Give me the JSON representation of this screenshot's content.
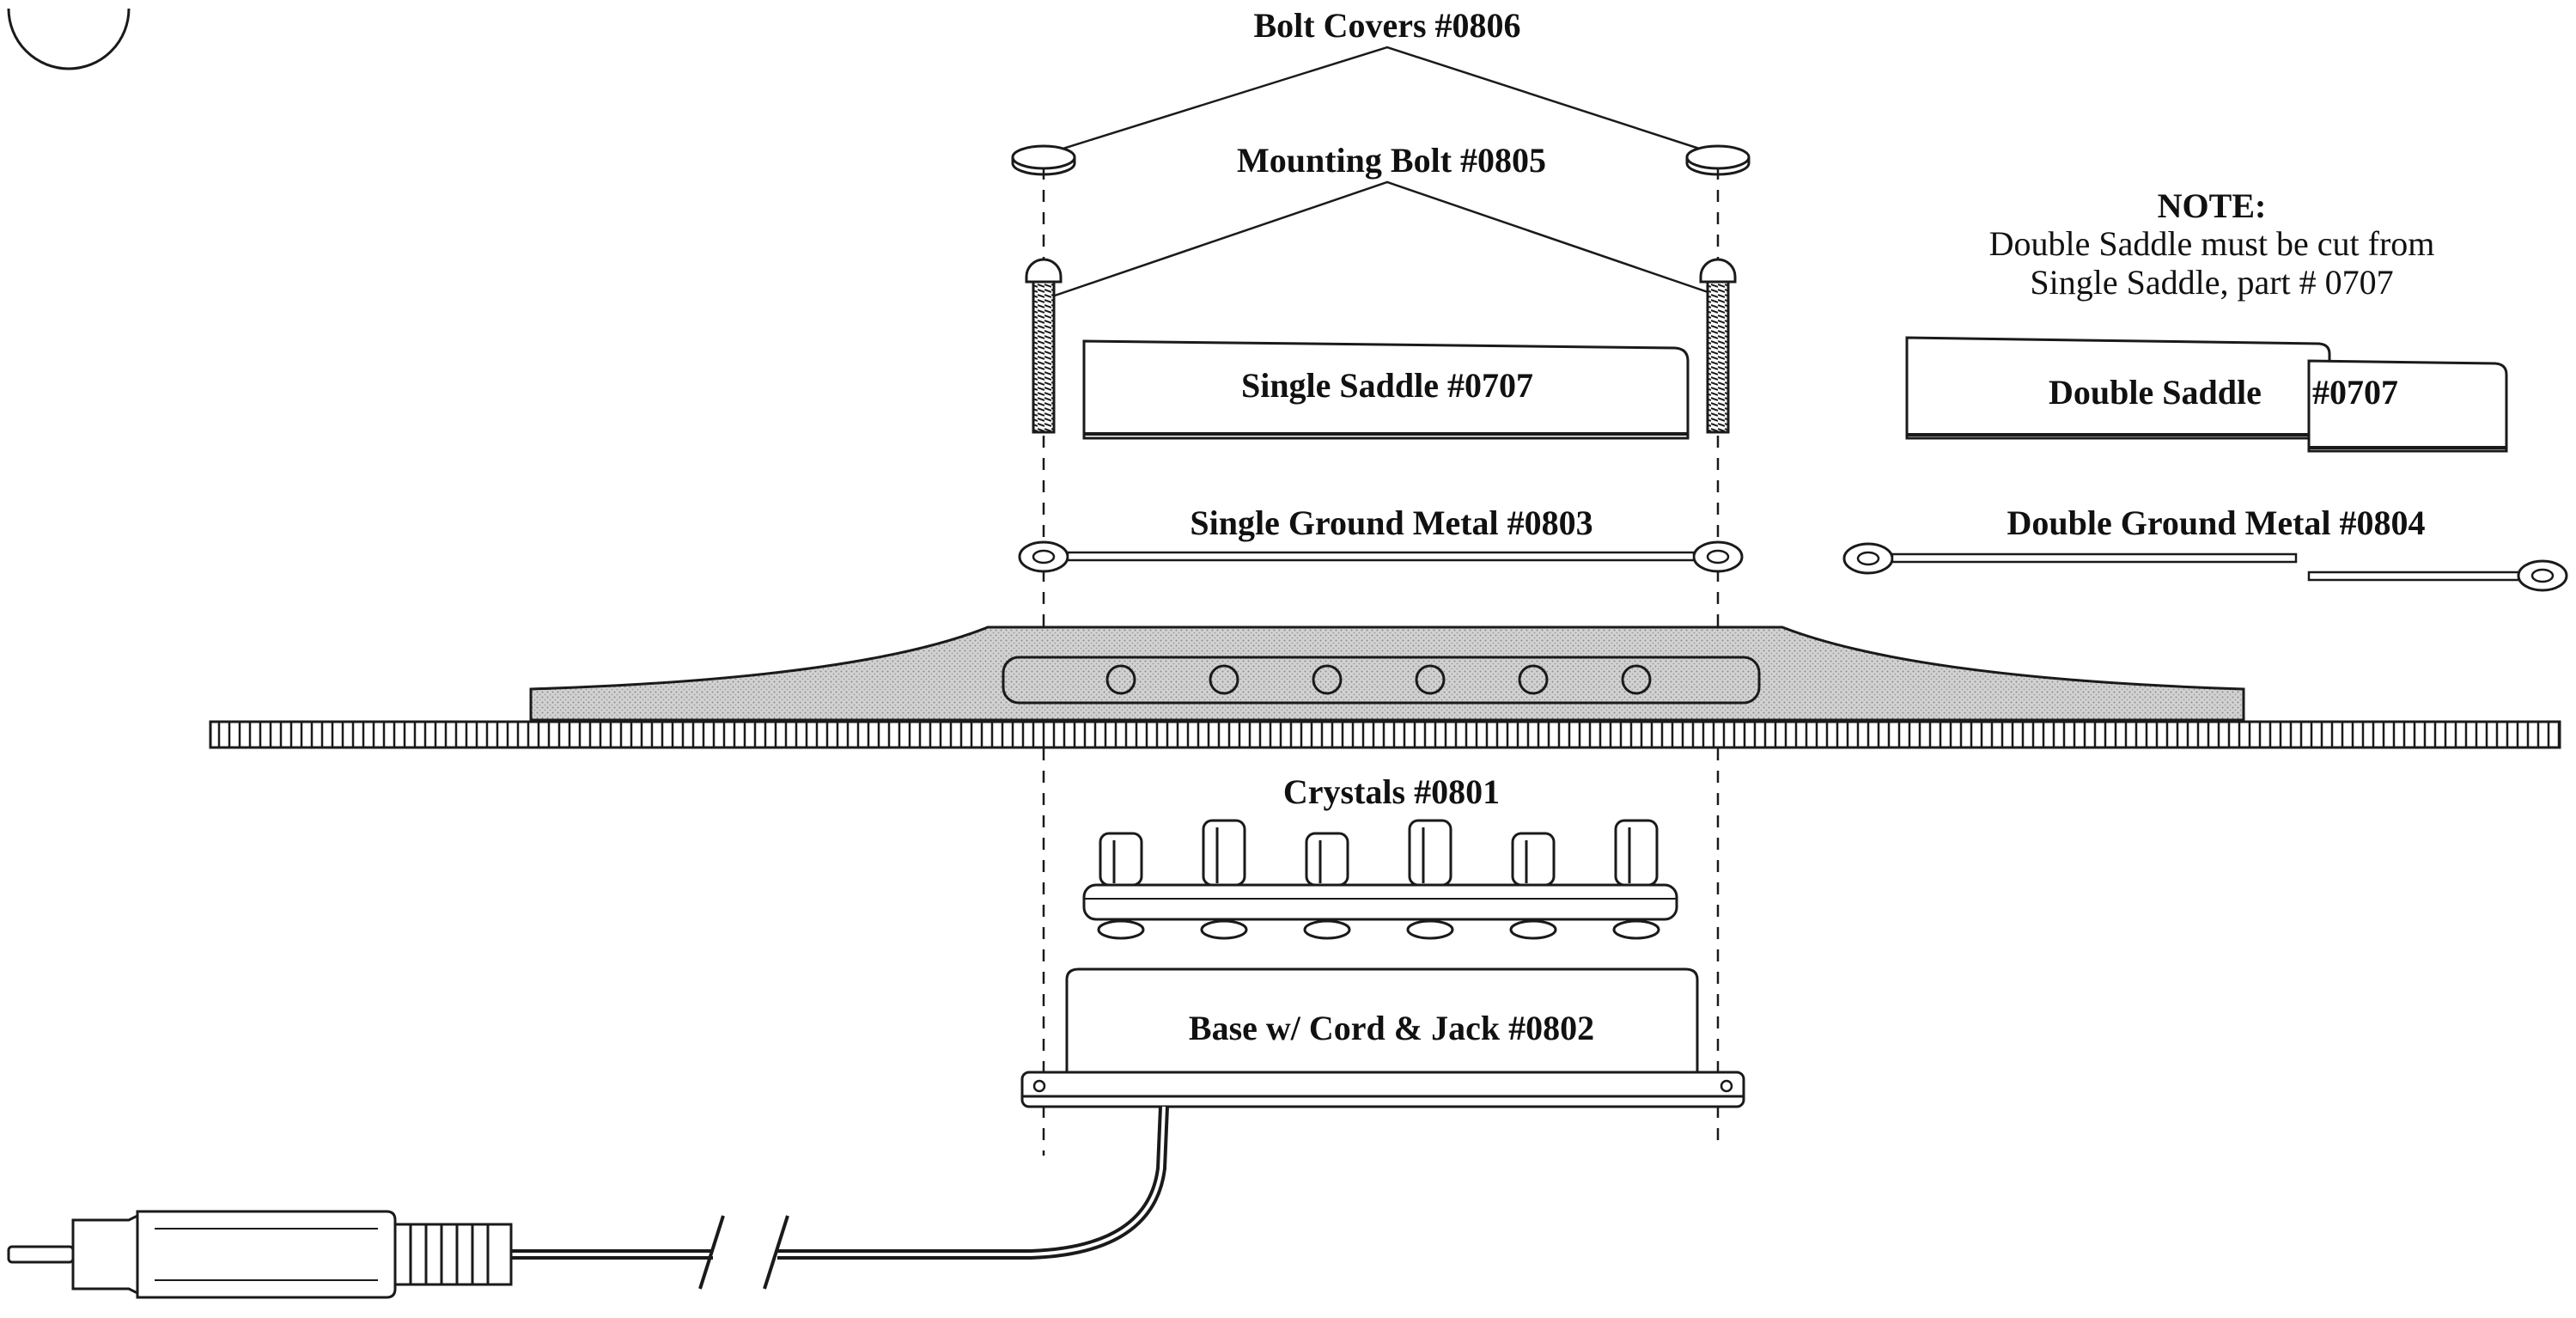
{
  "labels": {
    "bolt_covers": "Bolt Covers #0806",
    "mounting_bolt": "Mounting Bolt #0805",
    "single_saddle": "Single Saddle #0707",
    "double_saddle": "Double Saddle",
    "double_saddle_part": "#0707",
    "single_ground": "Single Ground Metal #0803",
    "double_ground": "Double Ground Metal #0804",
    "crystals": "Crystals #0801",
    "base": "Base w/ Cord & Jack #0802"
  },
  "note": {
    "heading": "NOTE:",
    "line1": "Double Saddle must be cut from",
    "line2": "Single Saddle, part # 0707"
  },
  "colors": {
    "line": "#1a1a1a",
    "bridge_fill": "#c8c8c8",
    "background": "#ffffff"
  }
}
